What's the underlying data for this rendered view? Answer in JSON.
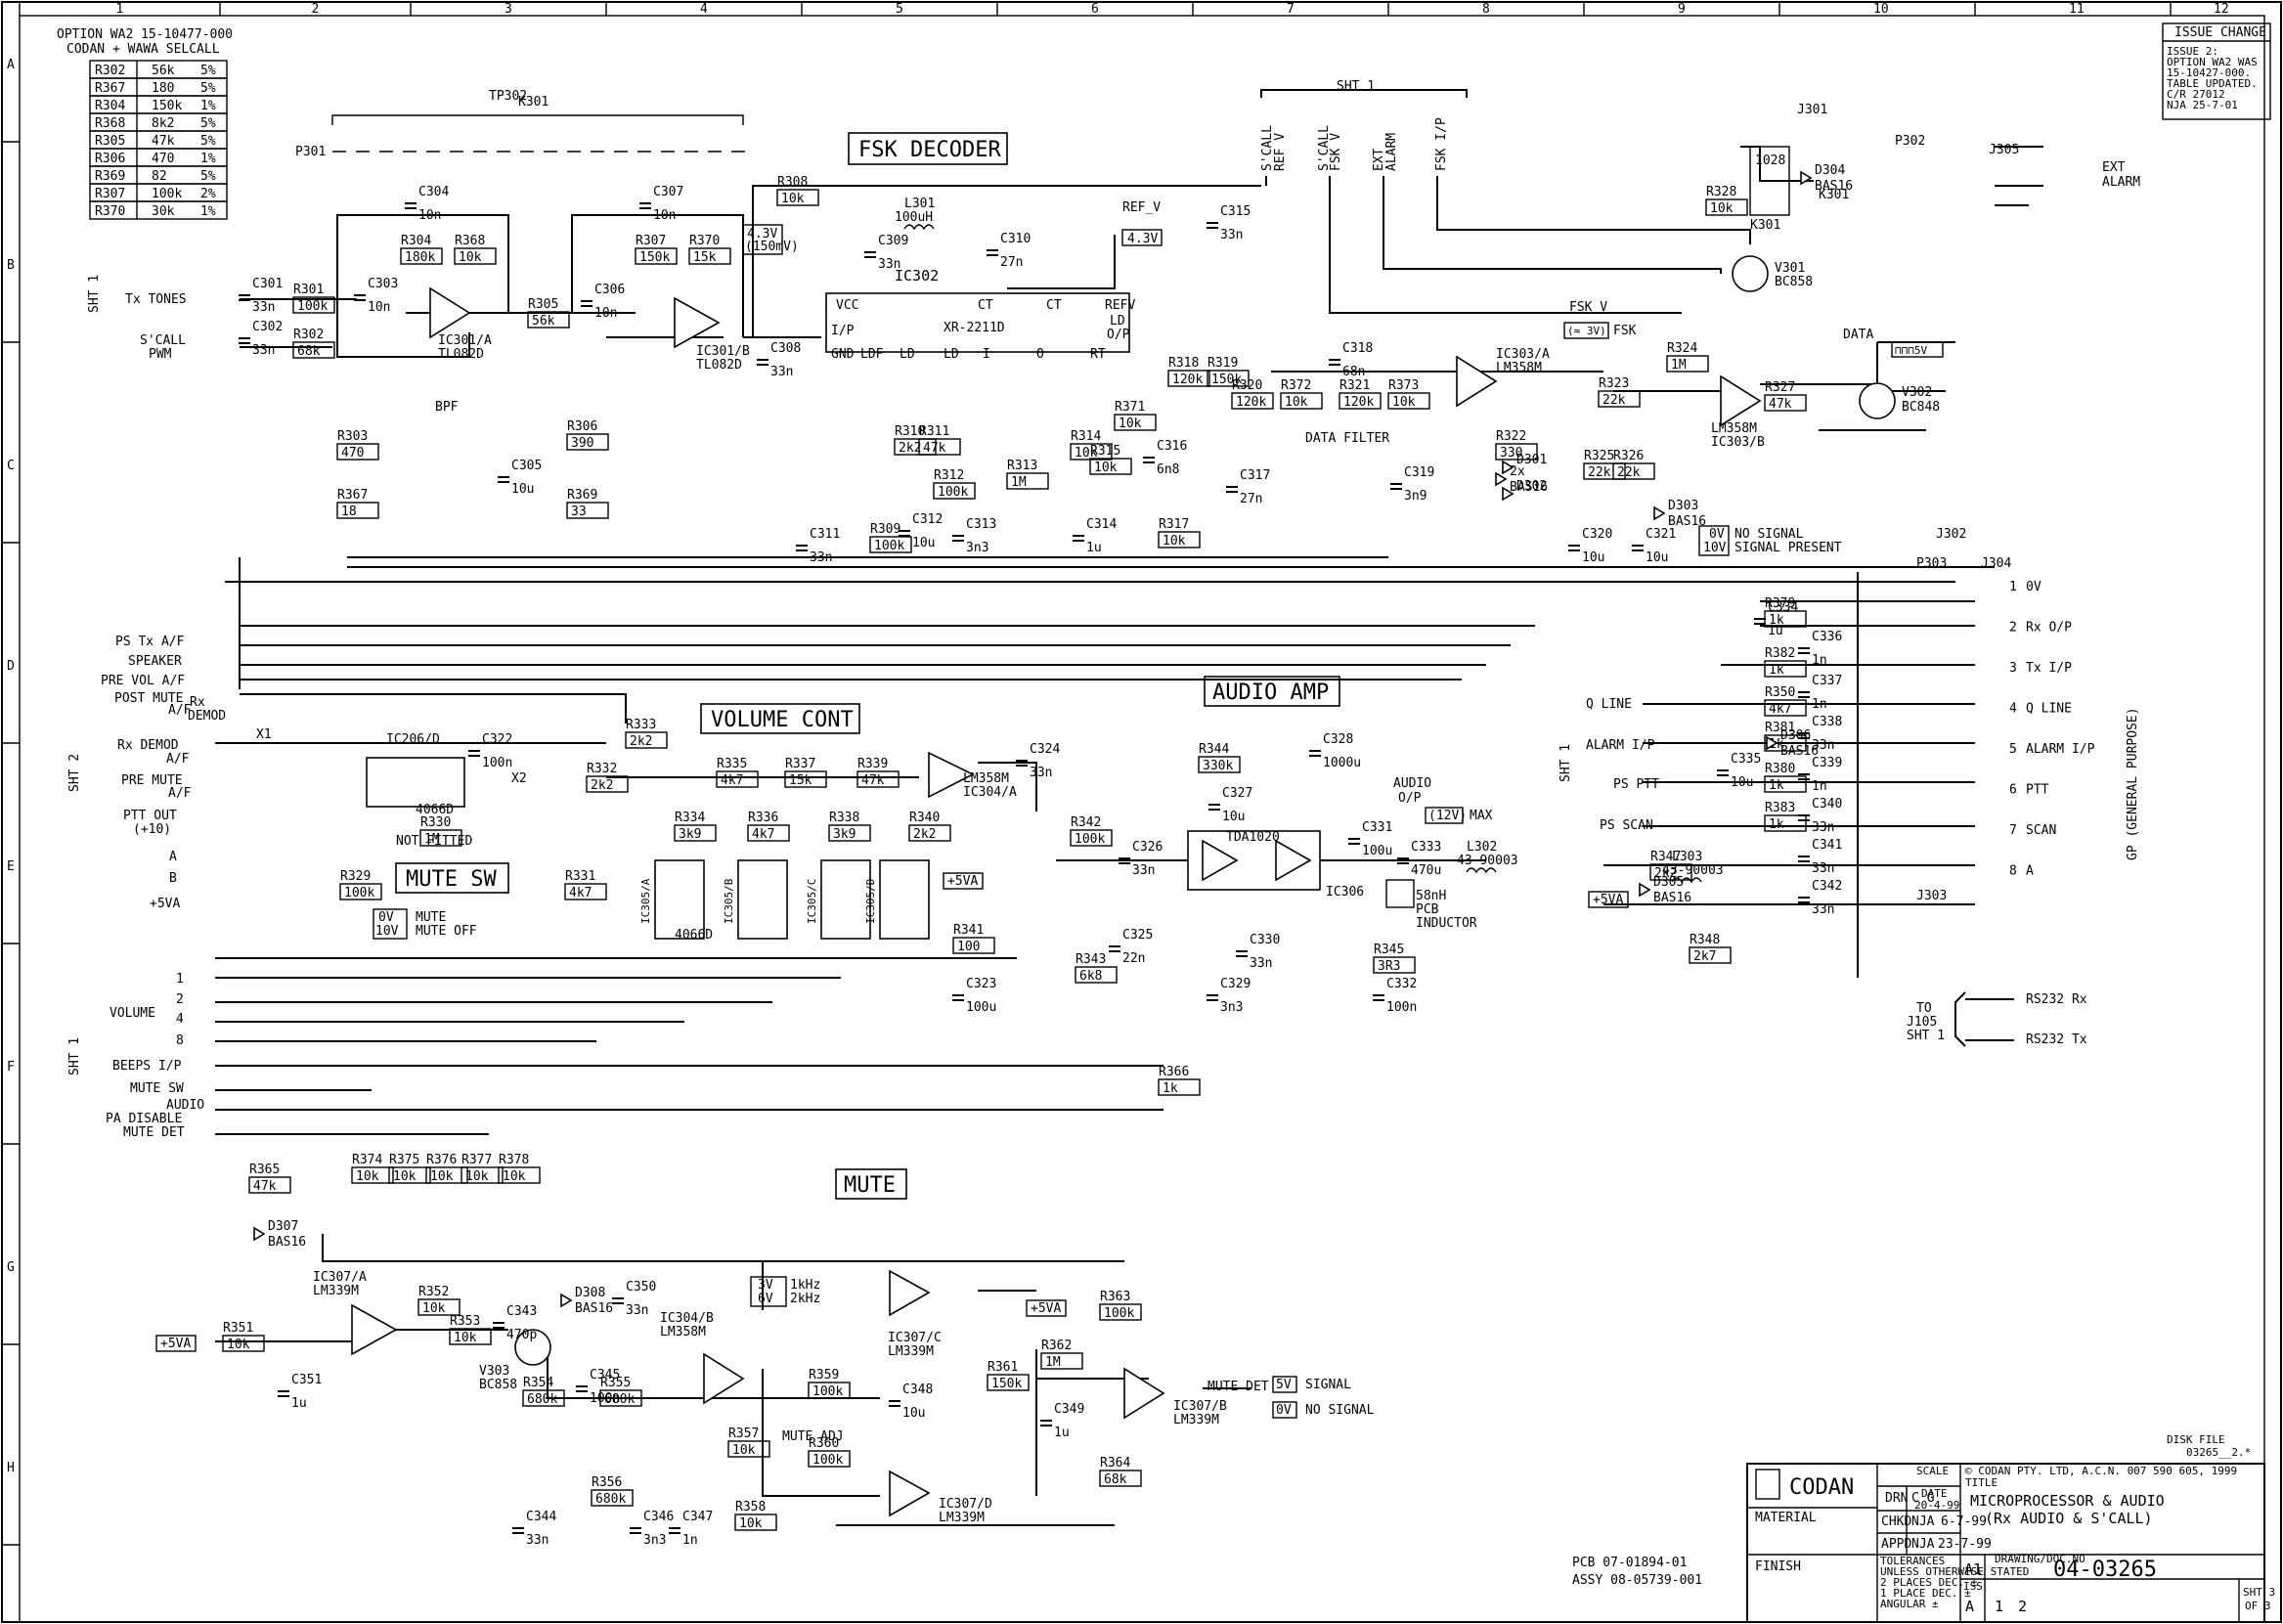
{
  "grid": {
    "columns": [
      "1",
      "2",
      "3",
      "4",
      "5",
      "6",
      "7",
      "8",
      "9",
      "10",
      "11",
      "12"
    ],
    "rows": [
      "A",
      "B",
      "C",
      "D",
      "E",
      "F",
      "G",
      "H"
    ]
  },
  "option_table": {
    "title": "OPTION WA2  15-10477-000",
    "subtitle": "CODAN + WAWA SELCALL",
    "rows": [
      [
        "R302",
        "56k",
        "5%"
      ],
      [
        "R367",
        "180",
        "5%"
      ],
      [
        "R304",
        "150k",
        "1%"
      ],
      [
        "R368",
        "8k2",
        "5%"
      ],
      [
        "R305",
        "47k",
        "5%"
      ],
      [
        "R306",
        "470",
        "1%"
      ],
      [
        "R369",
        "82",
        "5%"
      ],
      [
        "R307",
        "100k",
        "2%"
      ],
      [
        "R370",
        "30k",
        "1%"
      ]
    ]
  },
  "issue_change": {
    "header": "ISSUE CHANGE",
    "lines": [
      "ISSUE 2:",
      "OPTION WA2 WAS",
      "15-10427-000.",
      "TABLE UPDATED.",
      "C/R 27012",
      "NJA 25-7-01"
    ]
  },
  "section_titles": {
    "fsk": "FSK DECODER",
    "volume": "VOLUME CONT",
    "audio": "AUDIO AMP",
    "mute_sw": "MUTE SW",
    "mute": "MUTE"
  },
  "sht_labels": {
    "left_top": "SHT 1",
    "left_mid": "SHT 2",
    "left_bottom": "SHT 1",
    "right_mid": "SHT 1",
    "top_mid": "SHT 1",
    "gp": "GP (GENERAL PURPOSE)"
  },
  "left_signals_top": [
    "Tx TONES",
    "S'CALL",
    "PWM"
  ],
  "left_signals_sht2": [
    "PS Tx A/F",
    "SPEAKER",
    "PRE VOL A/F",
    "POST MUTE",
    "A/F",
    "Rx",
    "DEMOD",
    "Rx DEMOD",
    "A/F",
    "PRE MUTE",
    "A/F",
    "PTT OUT",
    "(+10)",
    "A",
    "B",
    "+5VA"
  ],
  "left_signals_sht1b": [
    "VOLUME",
    "1",
    "2",
    "4",
    "8",
    "BEEPS I/P",
    "MUTE SW",
    "AUDIO",
    "PA DISABLE",
    "MUTE DET"
  ],
  "top_signals": [
    "S'CALL",
    "REF V",
    "S'CALL",
    "FSK V",
    "EXT",
    "ALARM",
    "FSK I/P"
  ],
  "right_connector_signals": [
    "0V",
    "Rx O/P",
    "Tx I/P",
    "Q LINE",
    "ALARM I/P",
    "PTT",
    "SCAN",
    "A"
  ],
  "right_left_signals": [
    "Q LINE",
    "ALARM I/P",
    "PS PTT",
    "PS SCAN"
  ],
  "rs232": [
    "RS232 Rx",
    "RS232 Tx",
    "TO",
    "J105",
    "SHT 1"
  ],
  "connectors": [
    "J301",
    "J302",
    "J303",
    "J304",
    "J305",
    "P301",
    "P302",
    "P303",
    "TP302",
    "K301",
    "K301"
  ],
  "ext_alarm": [
    "EXT",
    "ALARM"
  ],
  "ic_labels": {
    "ic301a": [
      "IC301/A",
      "TL082D"
    ],
    "ic301b": [
      "IC301/B",
      "TL082D"
    ],
    "ic302": [
      "IC302",
      "XR-2211D"
    ],
    "ic303a": [
      "IC303/A",
      "LM358M"
    ],
    "ic303b": [
      "LM358M",
      "IC303/B"
    ],
    "ic304a": [
      "LM358M",
      "IC304/A"
    ],
    "ic304b": [
      "IC304/B",
      "LM358M"
    ],
    "ic306": [
      "TDA1020",
      "IC306"
    ],
    "ic307a": [
      "IC307/A",
      "LM339M"
    ],
    "ic307b": [
      "IC307/B",
      "LM339M"
    ],
    "ic307c": [
      "IC307/C",
      "LM339M"
    ],
    "ic307d": [
      "IC307/D",
      "LM339M"
    ],
    "ic206d": [
      "IC206/D",
      "4066D"
    ]
  },
  "ic302_pins": [
    "VCC",
    "CT",
    "CT",
    "REFV",
    "I/P",
    "LD",
    "O/P",
    "GND",
    "LDF",
    "LD",
    "LD",
    "I",
    "O",
    "RT"
  ],
  "misc_labels": {
    "bpf": "BPF",
    "data_filter": "DATA FILTER",
    "ref_v": "REF_V",
    "fsk_v": "FSK_V",
    "fsk": "FSK",
    "data": "DATA",
    "not_fitted": "NOT FITTED",
    "audio_op": [
      "AUDIO",
      "O/P"
    ],
    "max": "MAX",
    "pcb_inductor": [
      "58nH",
      "PCB",
      "INDUCTOR"
    ],
    "mute_adj": "MUTE ADJ",
    "mute_det": "MUTE DET",
    "freq": [
      "3V",
      "6V",
      "1kHz",
      "2kHz"
    ],
    "v43": [
      "4.3V",
      "(150mV)"
    ],
    "v43b": "4.3V",
    "v3": "(≈ 3V)",
    "v5": "⊓⊓⊓5V",
    "v12": "(12V)",
    "no_signal": [
      "0V",
      "NO SIGNAL"
    ],
    "signal_present": [
      "10V",
      "SIGNAL PRESENT"
    ],
    "mute_on": [
      "0V",
      "MUTE"
    ],
    "mute_off": [
      "10V",
      "MUTE OFF"
    ],
    "signal": [
      "5V",
      "SIGNAL"
    ],
    "no_signal2": [
      "0V",
      "NO SIGNAL"
    ],
    "plus5va": "+5VA"
  },
  "resistors": {
    "fsk": [
      [
        "R301",
        "100k"
      ],
      [
        "R302",
        "68k"
      ],
      [
        "R304",
        "180k"
      ],
      [
        "R368",
        "10k"
      ],
      [
        "R305",
        "56k"
      ],
      [
        "R307",
        "150k"
      ],
      [
        "R370",
        "15k"
      ],
      [
        "R308",
        "10k"
      ],
      [
        "R303",
        "470"
      ],
      [
        "R367",
        "18"
      ],
      [
        "R306",
        "390"
      ],
      [
        "R369",
        "33"
      ],
      [
        "R310",
        "2k2"
      ],
      [
        "R311",
        "47k"
      ],
      [
        "R312",
        "100k"
      ],
      [
        "R313",
        "1M"
      ],
      [
        "R314",
        "10k"
      ],
      [
        "R315",
        "10k"
      ],
      [
        "R371",
        "10k"
      ],
      [
        "R318",
        "120k"
      ],
      [
        "R319",
        "150k"
      ],
      [
        "R317",
        "10k"
      ],
      [
        "R309",
        "100k"
      ],
      [
        "R320",
        "120k"
      ],
      [
        "R372",
        "10k"
      ],
      [
        "R321",
        "120k"
      ],
      [
        "R373",
        "10k"
      ],
      [
        "R322",
        "330"
      ],
      [
        "R323",
        "22k"
      ],
      [
        "R324",
        "1M"
      ],
      [
        "R325",
        "22k"
      ],
      [
        "R326",
        "22k"
      ],
      [
        "R327",
        "47k"
      ],
      [
        "R328",
        "10k"
      ]
    ],
    "audio": [
      [
        "R333",
        "2k2"
      ],
      [
        "R332",
        "2k2"
      ],
      [
        "R330",
        "1M"
      ],
      [
        "R331",
        "4k7"
      ],
      [
        "R329",
        "100k"
      ],
      [
        "R335",
        "4k7"
      ],
      [
        "R337",
        "15k"
      ],
      [
        "R339",
        "47k"
      ],
      [
        "R334",
        "3k9"
      ],
      [
        "R336",
        "4k7"
      ],
      [
        "R338",
        "3k9"
      ],
      [
        "R340",
        "2k2"
      ],
      [
        "R341",
        "100"
      ],
      [
        "R342",
        "100k"
      ],
      [
        "R343",
        "6k8"
      ],
      [
        "R344",
        "330k"
      ],
      [
        "R345",
        "3R3"
      ],
      [
        "R366",
        "1k"
      ],
      [
        "R374",
        "10k"
      ],
      [
        "R375",
        "10k"
      ],
      [
        "R376",
        "10k"
      ],
      [
        "R377",
        "10k"
      ],
      [
        "R378",
        "10k"
      ],
      [
        "R379",
        "1k"
      ],
      [
        "R382",
        "1k"
      ],
      [
        "R350",
        "4k7"
      ],
      [
        "R381",
        "1k"
      ],
      [
        "R380",
        "1k"
      ],
      [
        "R383",
        "1k"
      ],
      [
        "R347",
        "2k2"
      ],
      [
        "R348",
        "2k7"
      ]
    ],
    "mute": [
      [
        "R365",
        "47k"
      ],
      [
        "R351",
        "10k"
      ],
      [
        "R352",
        "10k"
      ],
      [
        "R353",
        "10k"
      ],
      [
        "R354",
        "680k"
      ],
      [
        "R355",
        "680k"
      ],
      [
        "R356",
        "680k"
      ],
      [
        "R357",
        "10k"
      ],
      [
        "R358",
        "10k"
      ],
      [
        "R359",
        "100k"
      ],
      [
        "R360",
        "100k"
      ],
      [
        "R361",
        "150k"
      ],
      [
        "R362",
        "1M"
      ],
      [
        "R363",
        "100k"
      ],
      [
        "R364",
        "68k"
      ]
    ]
  },
  "capacitors": {
    "fsk": [
      [
        "C301",
        "33n"
      ],
      [
        "C302",
        "33n"
      ],
      [
        "C303",
        "10n"
      ],
      [
        "C304",
        "10n"
      ],
      [
        "C306",
        "10n"
      ],
      [
        "C307",
        "10n"
      ],
      [
        "C308",
        "33n"
      ],
      [
        "C305",
        "10u"
      ],
      [
        "C309",
        "33n"
      ],
      [
        "C310",
        "27n"
      ],
      [
        "C311",
        "33n"
      ],
      [
        "C312",
        "10u"
      ],
      [
        "C313",
        "3n3"
      ],
      [
        "C314",
        "1u"
      ],
      [
        "C315",
        "33n"
      ],
      [
        "C316",
        "6n8"
      ],
      [
        "C317",
        "27n"
      ],
      [
        "C318",
        "68n"
      ],
      [
        "C319",
        "3n9"
      ],
      [
        "C320",
        "10u"
      ],
      [
        "C321",
        "10u"
      ]
    ],
    "audio": [
      [
        "C322",
        "100n"
      ],
      [
        "C324",
        "33n"
      ],
      [
        "C323",
        "100u"
      ],
      [
        "C325",
        "22n"
      ],
      [
        "C326",
        "33n"
      ],
      [
        "C327",
        "10u"
      ],
      [
        "C328",
        "1000u"
      ],
      [
        "C329",
        "3n3"
      ],
      [
        "C330",
        "33n"
      ],
      [
        "C331",
        "100u"
      ],
      [
        "C332",
        "100n"
      ],
      [
        "C333",
        "470u"
      ],
      [
        "C334",
        "1u"
      ],
      [
        "C335",
        "10u"
      ],
      [
        "C336",
        "1n"
      ],
      [
        "C337",
        "1n"
      ],
      [
        "C338",
        "33n"
      ],
      [
        "C339",
        "1n"
      ],
      [
        "C340",
        "33n"
      ],
      [
        "C341",
        "33n"
      ],
      [
        "C342",
        "33n"
      ]
    ],
    "mute": [
      [
        "C343",
        "470p"
      ],
      [
        "C344",
        "33n"
      ],
      [
        "C345",
        "100n"
      ],
      [
        "C346",
        "3n3"
      ],
      [
        "C347",
        "1n"
      ],
      [
        "C348",
        "10u"
      ],
      [
        "C349",
        "1u"
      ],
      [
        "C350",
        "33n"
      ],
      [
        "C351",
        "1u"
      ]
    ]
  },
  "other_parts": {
    "inductors": [
      [
        "L301",
        "100uH"
      ],
      [
        "L302",
        "43-90003"
      ],
      [
        "L303",
        "43-90003"
      ]
    ],
    "diodes": [
      [
        "D301",
        ""
      ],
      [
        "D302",
        ""
      ],
      [
        "D303",
        "BAS16"
      ],
      [
        "D304",
        "BAS16"
      ],
      [
        "D305",
        "BAS16"
      ],
      [
        "D306",
        "BAS16"
      ],
      [
        "D307",
        "BAS16"
      ],
      [
        "D308",
        "BAS16"
      ],
      [
        "2x",
        "BAS16"
      ]
    ],
    "transistors": [
      [
        "V301",
        "BC858"
      ],
      [
        "V302",
        "BC848"
      ],
      [
        "V303",
        "BC858"
      ]
    ],
    "switches": [
      "X1",
      "X2",
      "IC305/A",
      "IC305/B",
      "IC305/C",
      "IC305/D",
      "4066D"
    ],
    "relay": [
      "K301",
      "1028"
    ]
  },
  "title_block": {
    "company": "CODAN",
    "copyright": "© CODAN PTY. LTD,  A.C.N. 007 590 605, 1999",
    "title_label": "TITLE",
    "title": [
      "MICROPROCESSOR & AUDIO",
      "(Rx AUDIO & S'CALL)"
    ],
    "drn": [
      "DRN",
      "C G",
      "20-4-99"
    ],
    "chkd": [
      "CHKD",
      "NJA",
      "6-7-99"
    ],
    "appd": [
      "APPD",
      "NJA",
      "23-7-99"
    ],
    "scale": "SCALE",
    "date": "DATE",
    "material": "MATERIAL",
    "finish": "FINISH",
    "tolerances": [
      "TOLERANCES",
      "UNLESS OTHERWISE STATED",
      "2 PLACES DEC. ±",
      "1 PLACE DEC. ±",
      "ANGULAR ±"
    ],
    "size": "A1",
    "drawing_label": "DRAWING/DOC.NO",
    "drawing_no": "04-03265",
    "iss_label": "ISS",
    "iss": [
      "A",
      "1",
      "2"
    ],
    "sheet": [
      "SHT 3",
      "OF 3"
    ],
    "disk_file": [
      "DISK FILE",
      "03265__2.*"
    ],
    "pcb": "PCB  07-01894-01",
    "assy": "ASSY 08-05739-001"
  }
}
